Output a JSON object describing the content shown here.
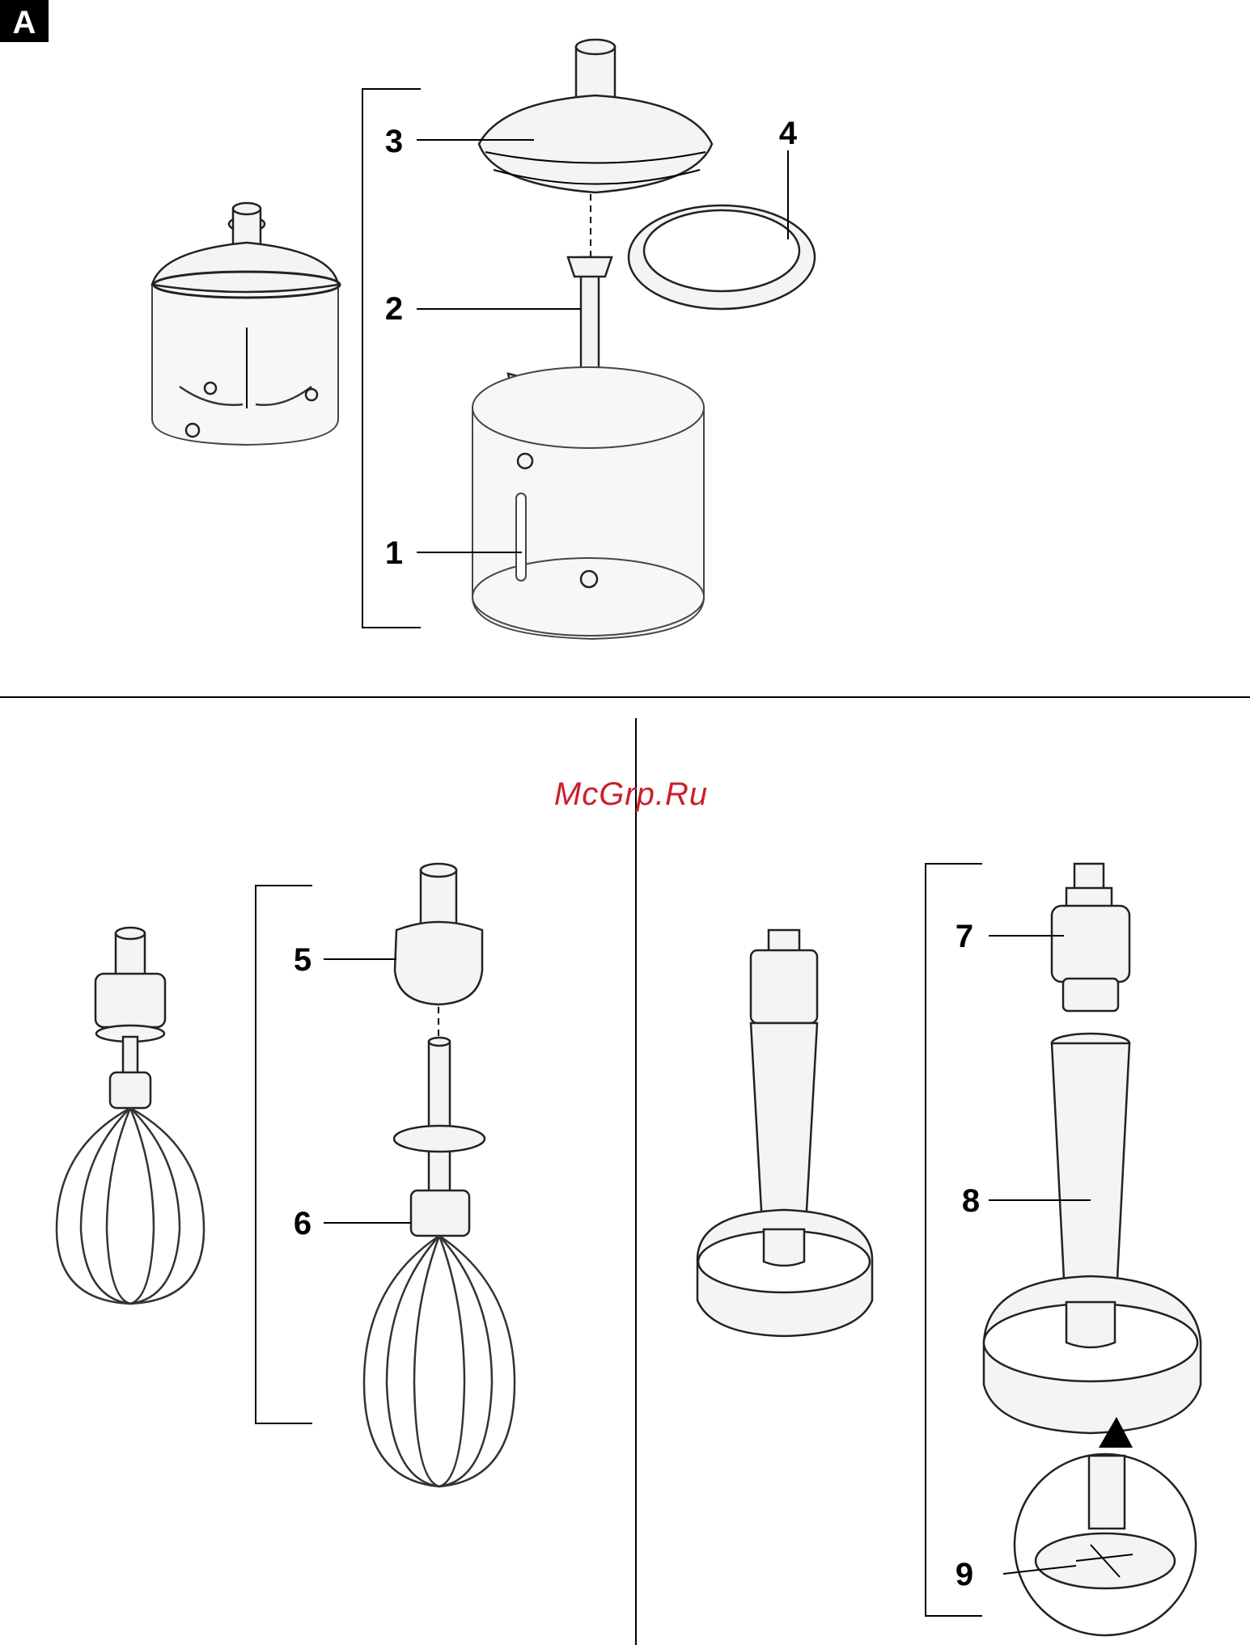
{
  "section_label": "A",
  "watermark": {
    "text": "McGrp.Ru",
    "color": "#cc1f2a"
  },
  "callouts": {
    "c1": "1",
    "c2": "2",
    "c3": "3",
    "c4": "4",
    "c5": "5",
    "c6": "6",
    "c7": "7",
    "c8": "8",
    "c9": "9"
  },
  "colors": {
    "line": "#000000",
    "label_box": "#000000"
  }
}
